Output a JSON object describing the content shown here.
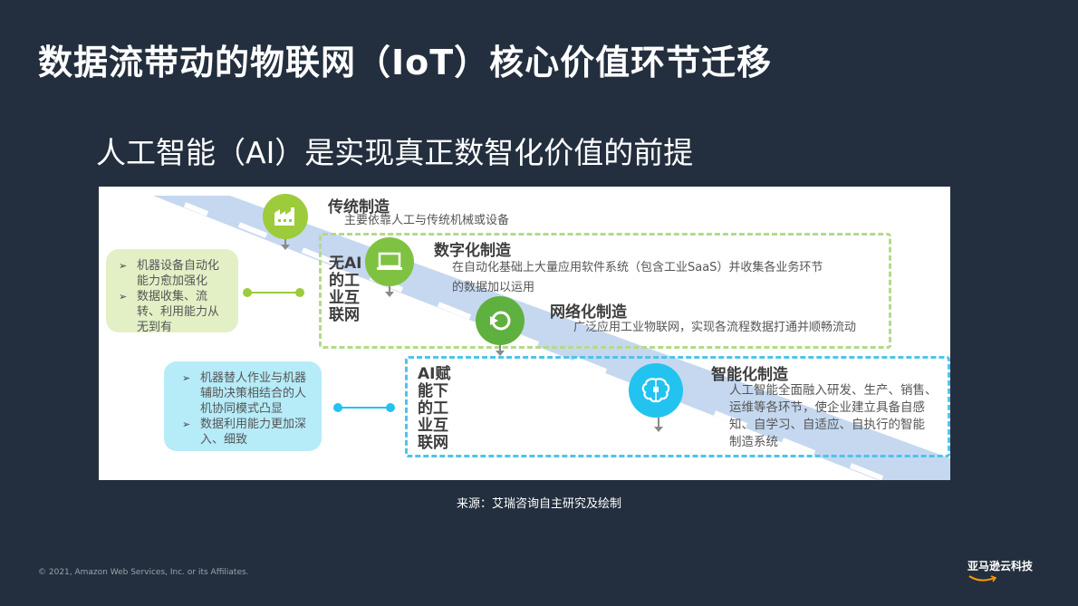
{
  "slide": {
    "title": "数据流带动的物联网（IoT）核心价值环节迁移",
    "subtitle": "人工智能（AI）是实现真正数智化价值的前提",
    "source": "来源：艾瑞咨询自主研究及绘制",
    "copyright": "© 2021, Amazon Web Services, Inc. or its Affiliates.",
    "logo_text": "亚马逊云科技"
  },
  "colors": {
    "background": "#232f3e",
    "green_light": "#9ccb3b",
    "green_dark": "#5fb13f",
    "blue": "#22c3ef",
    "road": "#c5d8f0",
    "green_note": "#e3f0c6",
    "blue_note": "#b6ebf8",
    "logo_smile": "#ff9900"
  },
  "diagram": {
    "stages": [
      {
        "title": "传统制造",
        "desc": [
          "主要依靠人工与传统机械或设备"
        ],
        "icon": "factory-icon"
      },
      {
        "title": "数字化制造",
        "desc": [
          "在自动化基础上大量应用软件系统（包含工业SaaS）并收集各业务环节",
          "的数据加以运用"
        ],
        "icon": "laptop-icon"
      },
      {
        "title": "网络化制造",
        "desc": [
          "广泛应用工业物联网，实现各流程数据打通并顺畅流动"
        ],
        "icon": "cycle-icon"
      },
      {
        "title": "智能化制造",
        "desc": [
          "人工智能全面融入研发、生产、销售、",
          "运维等各环节，使企业建立具备自感",
          "知、自学习、自适应、自执行的智能",
          "制造系统"
        ],
        "icon": "brain-icon"
      }
    ],
    "groups": [
      {
        "label": "无AI的工业互联网",
        "notes": [
          "机器设备自动化能力愈加强化",
          "数据收集、流转、利用能力从无到有"
        ]
      },
      {
        "label": "AI赋能下的工业互联网",
        "notes": [
          "机器替人作业与机器辅助决策相结合的人机协同模式凸显",
          "数据利用能力更加深入、细致"
        ]
      }
    ]
  }
}
